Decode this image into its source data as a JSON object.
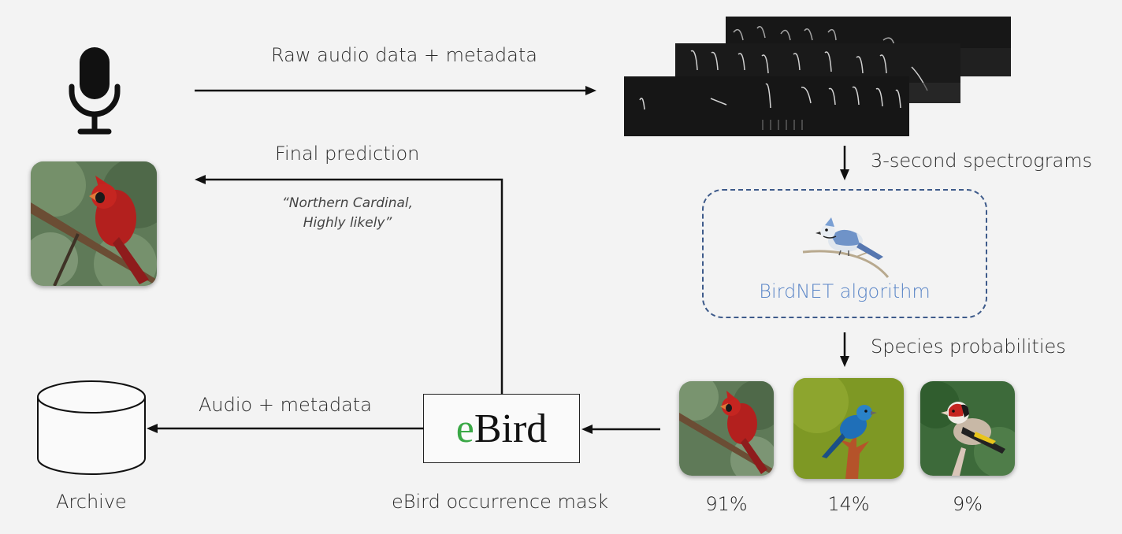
{
  "arrows": {
    "raw_audio_label": "Raw audio data + metadata",
    "final_prediction_label": "Final prediction",
    "final_prediction_quote_line1": "“Northern Cardinal,",
    "final_prediction_quote_line2": "Highly likely”",
    "spectrograms_label": "3-second spectrograms",
    "species_probabilities_label": "Species probabilities",
    "audio_metadata_label": "Audio + metadata"
  },
  "birdnet": {
    "label": "BirdNET algorithm",
    "accent": "#5b86c7",
    "border": "#3d5a8a"
  },
  "ebird": {
    "logo_e": "e",
    "logo_rest": "Bird",
    "mask_label": "eBird occurrence mask",
    "logo_green": "#3aa846"
  },
  "archive": {
    "label": "Archive"
  },
  "species": [
    {
      "name": "Northern Cardinal",
      "probability": "91%"
    },
    {
      "name": "Indigo Bunting",
      "probability": "14%"
    },
    {
      "name": "European Goldfinch",
      "probability": "9%"
    }
  ],
  "icons": {
    "input": "microphone-icon",
    "storage": "database-icon"
  }
}
